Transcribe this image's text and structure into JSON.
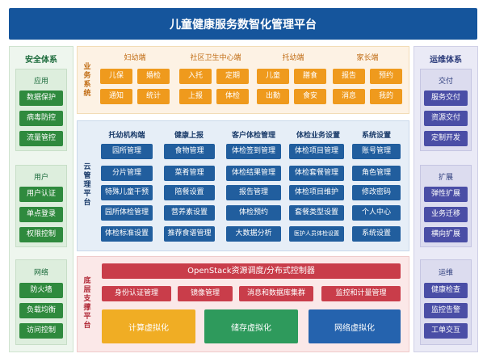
{
  "title": "儿童健康服务数智化管理平台",
  "left": {
    "title": "安全体系",
    "groups": [
      {
        "title": "应用",
        "items": [
          "数据保护",
          "病毒防控",
          "流量管控"
        ]
      },
      {
        "title": "用户",
        "items": [
          "用户认证",
          "单点登录",
          "权限控制"
        ]
      },
      {
        "title": "网络",
        "items": [
          "防火墙",
          "负载均衡",
          "访问控制"
        ]
      }
    ]
  },
  "right": {
    "title": "运维体系",
    "groups": [
      {
        "title": "交付",
        "items": [
          "服务交付",
          "资源交付",
          "定制开发"
        ]
      },
      {
        "title": "扩展",
        "items": [
          "弹性扩展",
          "业务迁移",
          "横向扩展"
        ]
      },
      {
        "title": "运维",
        "items": [
          "健康检查",
          "监控告警",
          "工单交互"
        ]
      }
    ]
  },
  "business": {
    "label": "业务系统",
    "columns": [
      {
        "title": "妇幼端",
        "items": [
          "儿保",
          "婚检",
          "通知",
          "统计"
        ]
      },
      {
        "title": "社区卫生中心端",
        "items": [
          "入托",
          "定期",
          "上报",
          "体检"
        ]
      },
      {
        "title": "托幼端",
        "items": [
          "儿童",
          "膳食",
          "出勤",
          "食安"
        ]
      },
      {
        "title": "家长端",
        "items": [
          "报告",
          "预约",
          "消息",
          "我的"
        ]
      }
    ]
  },
  "cloud": {
    "label": "云管理平台",
    "columns": [
      {
        "title": "托幼机构端",
        "items": [
          "园所管理",
          "分片管理",
          "特殊儿童干预",
          "园所体检管理",
          "体检标准设置"
        ]
      },
      {
        "title": "健康上报",
        "items": [
          "食物管理",
          "菜肴管理",
          "陪餐设置",
          "营养素设置",
          "推荐食谱管理"
        ]
      },
      {
        "title": "客户体检管理",
        "items": [
          "体检签到管理",
          "体检结果管理",
          "报告管理",
          "体检预约",
          "大数据分析"
        ]
      },
      {
        "title": "体检业务设置",
        "items": [
          "体检项目管理",
          "体检套餐管理",
          "体检项目维护",
          "套餐类型设置",
          "医护人员体检设置"
        ]
      },
      {
        "title": "系统设置",
        "items": [
          "账号管理",
          "角色管理",
          "修改密码",
          "个人中心",
          "系统设置"
        ]
      }
    ]
  },
  "infra": {
    "label": "底层支撑平台",
    "openstack": "OpenStack资源调度/分布式控制器",
    "services": [
      "身份认证管理",
      "镜像管理",
      "消息和数据库集群",
      "监控和计量管理"
    ],
    "virtual": [
      "计算虚拟化",
      "储存虚拟化",
      "网络虚拟化"
    ]
  },
  "colors": {
    "title_bg": "#15559c",
    "security_green": "#2f8a3e",
    "ops_purple": "#4a4ea6",
    "business_orange": "#ef9a1d",
    "cloud_blue": "#215e9e",
    "infra_red": "#c93d4a",
    "compute": "#f0ad24",
    "storage": "#2e9a5c",
    "network": "#2563ae"
  }
}
